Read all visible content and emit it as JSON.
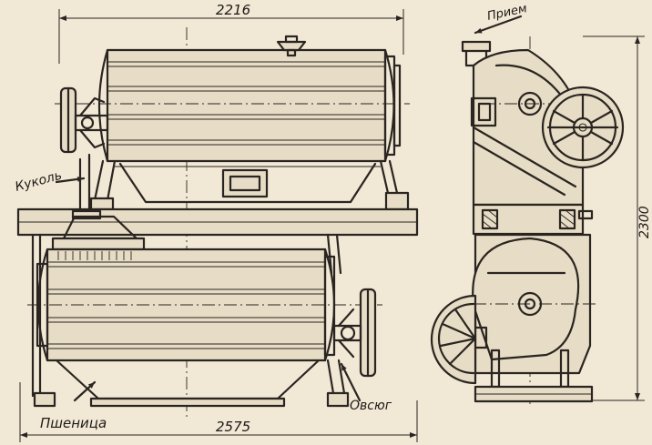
{
  "labels": {
    "priem": "Прием",
    "kukol": "Куколь",
    "pshenitsa": "Пшеница",
    "ovsyug": "Овсюг"
  },
  "dimensions": {
    "top_width": "2216",
    "bottom_width": "2575",
    "height": "2300"
  },
  "colors": {
    "paper": "#f1e8d6",
    "ink": "#2a2520",
    "shade": "#e7dcc5"
  }
}
